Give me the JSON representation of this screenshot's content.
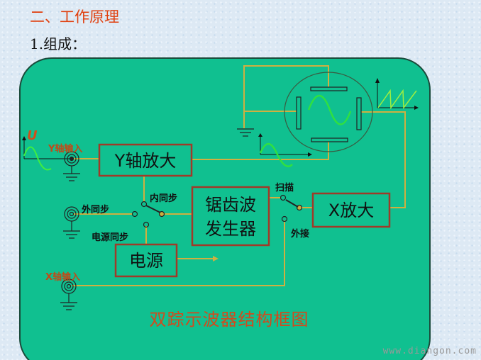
{
  "heading": "二、工作原理",
  "subheading": "1.组成：",
  "diagram": {
    "blocks": {
      "y_amp": "Y轴放大",
      "sawtooth_line1": "锯齿波",
      "sawtooth_line2": "发生器",
      "x_amp": "X放大",
      "power": "电源"
    },
    "labels": {
      "u": "U",
      "y_input": "Y轴输入",
      "x_input": "X轴输入",
      "internal_sync": "内同步",
      "external_sync": "外同步",
      "power_sync": "电源同步",
      "sweep": "扫描",
      "external": "外接"
    },
    "caption": "双踪示波器结构框图",
    "colors": {
      "panel": "#10c090",
      "wire": "#d0b040",
      "box_border": "#a03a28",
      "signal": "#30e040",
      "title": "#e0400f"
    }
  },
  "watermark": "www.diangon.com"
}
